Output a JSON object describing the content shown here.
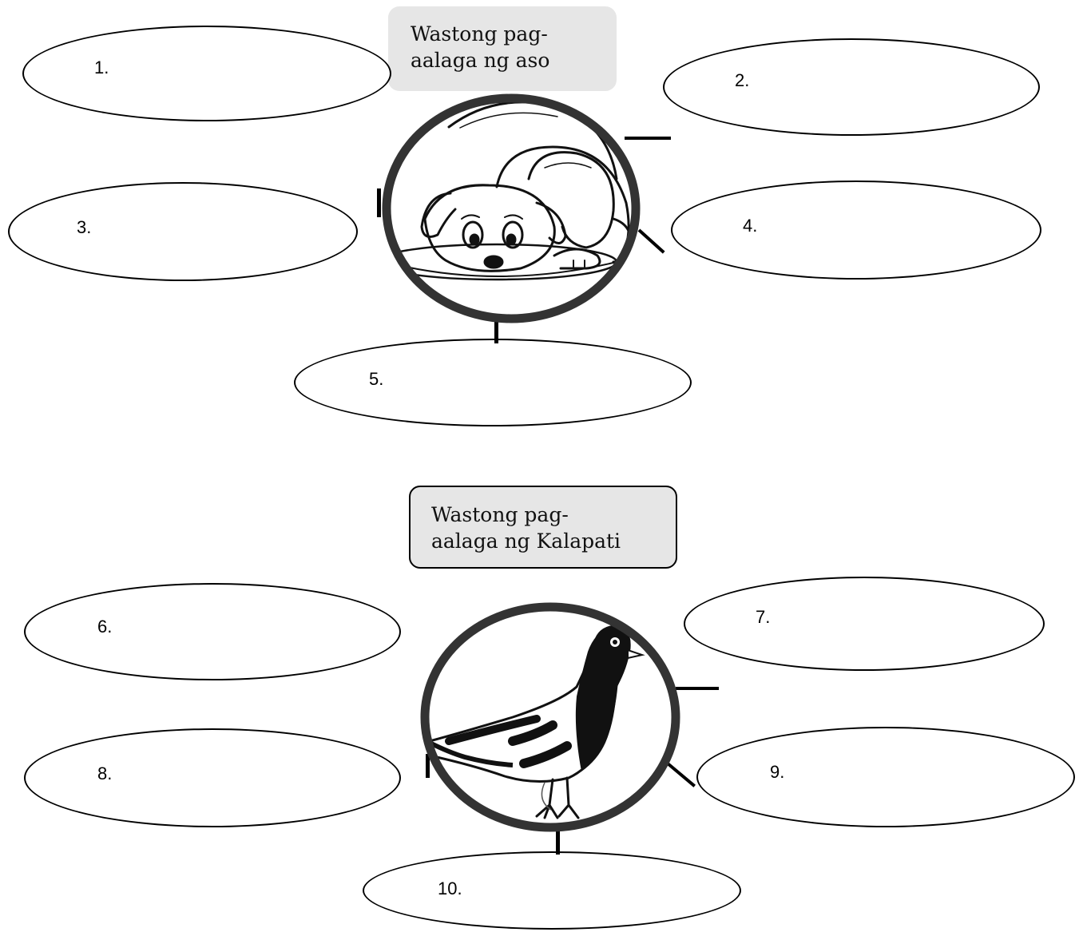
{
  "section1": {
    "title_lines": [
      "Wastong pag-",
      "aalaga ng aso"
    ],
    "picture_icon": "dog-drinking-icon",
    "answers": [
      {
        "number": "1."
      },
      {
        "number": "2."
      },
      {
        "number": "3."
      },
      {
        "number": "4."
      },
      {
        "number": "5."
      }
    ]
  },
  "section2": {
    "title_lines": [
      "Wastong pag-",
      "aalaga ng Kalapati"
    ],
    "picture_icon": "pigeon-icon",
    "answers": [
      {
        "number": "6."
      },
      {
        "number": "7."
      },
      {
        "number": "8."
      },
      {
        "number": "9."
      },
      {
        "number": "10."
      }
    ]
  },
  "colors": {
    "title_box_fill": "#e6e6e6",
    "ring": "#333333",
    "ink": "#000000"
  }
}
